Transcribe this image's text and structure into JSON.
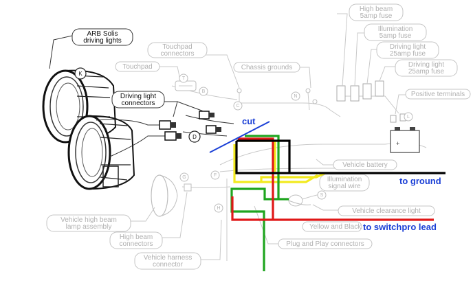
{
  "labels": {
    "arb_line1": "ARB Solis",
    "arb_line2": "driving lights",
    "touchpad_conn_line1": "Touchpad",
    "touchpad_conn_line2": "connectors",
    "touchpad": "Touchpad",
    "driving_conn_line1": "Driving light",
    "driving_conn_line2": "connectors",
    "chassis_grounds": "Chassis grounds",
    "highbeam_fuse_line1": "High beam",
    "highbeam_fuse_line2": "5amp fuse",
    "illum_fuse_line1": "Illumination",
    "illum_fuse_line2": "5amp fuse",
    "driving_fuse1_line1": "Driving light",
    "driving_fuse1_line2": "25amp fuse",
    "driving_fuse2_line1": "Driving light",
    "driving_fuse2_line2": "25amp fuse",
    "positive_terminals": "Positive terminals",
    "vehicle_battery": "Vehicle battery",
    "illum_signal_line1": "Illumination",
    "illum_signal_line2": "signal wire",
    "vehicle_clearance": "Vehicle clearance light",
    "yellow_black": "Yellow and Black",
    "plug_play": "Plug and Play connectors",
    "highbeam_lamp_line1": "Vehicle high beam",
    "highbeam_lamp_line2": "lamp assembly",
    "highbeam_conn_line1": "High beam",
    "highbeam_conn_line2": "connectors",
    "harness_line1": "Vehicle harness",
    "harness_line2": "connector"
  },
  "annotations": {
    "cut": "cut",
    "to_ground": "to ground",
    "to_switchpro": "to switchpro lead"
  },
  "callouts": [
    "K",
    "D",
    "T",
    "B",
    "C",
    "N",
    "L",
    "G",
    "F",
    "H",
    "S"
  ],
  "colors": {
    "cut_line": "#1a3fd6",
    "wire_black": "#000000",
    "wire_red": "#e01818",
    "wire_green": "#1fa51f",
    "wire_yellow": "#f2ea1e",
    "annotation_text": "#1a3fd6"
  }
}
